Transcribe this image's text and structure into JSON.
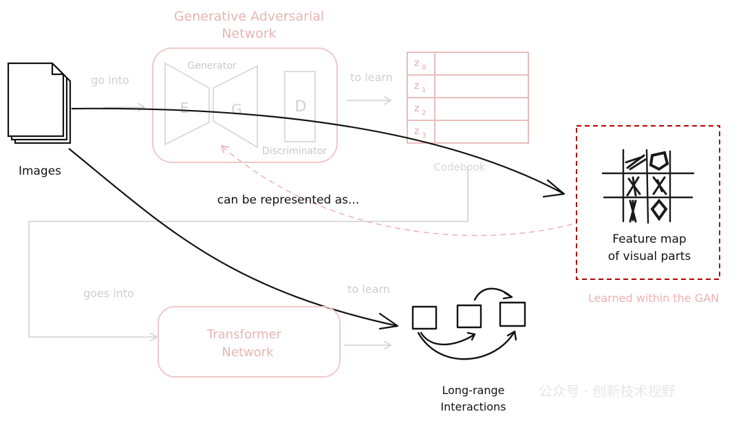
{
  "gan": {
    "title_line1": "Generative Adversarial",
    "title_line2": "Network",
    "generator_label": "Generator",
    "encoder_letter": "E",
    "generator_letter": "G",
    "discriminator_letter": "D",
    "discriminator_label": "Discriminator"
  },
  "images_label": "Images",
  "edges": {
    "go_into": "go into",
    "to_learn_top": "to learn",
    "can_be_represented": "can be represented as...",
    "goes_into": "goes into",
    "to_learn_bottom": "to learn"
  },
  "codebook": {
    "label": "Codebook",
    "rows": [
      "z0",
      "z1",
      "z2",
      "z3"
    ],
    "row_main": [
      "z",
      "z",
      "z",
      "z"
    ],
    "row_sub": [
      "0",
      "1",
      "2",
      "3"
    ]
  },
  "feature_map": {
    "line1": "Feature map",
    "line2": "of visual parts",
    "caption": "Learned within the GAN"
  },
  "transformer": {
    "line1": "Transformer",
    "line2": "Network"
  },
  "interactions": {
    "line1": "Long-range",
    "line2": "Interactions"
  },
  "watermark": "公众号 · 创新技术视野",
  "colors": {
    "pink": "#e8b4b4",
    "gray": "#cfcfcf",
    "dark_red": "#b00000",
    "ink": "#1a1a1a"
  }
}
